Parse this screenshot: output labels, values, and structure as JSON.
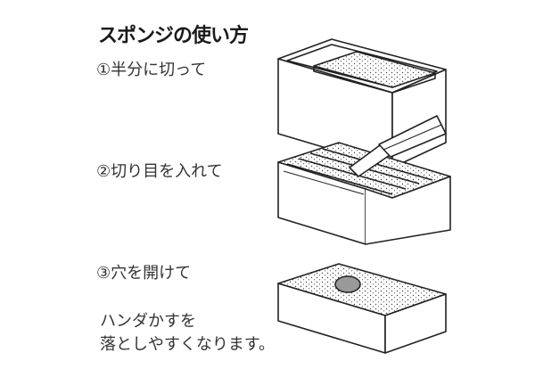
{
  "title": "スポンジの使い方",
  "steps": [
    {
      "label": "①半分に切って"
    },
    {
      "label": "②切り目を入れて"
    },
    {
      "label": "③穴を開けて"
    }
  ],
  "caption": {
    "line1": "ハンダかすを",
    "line2": "落としやすくなります。"
  }
}
